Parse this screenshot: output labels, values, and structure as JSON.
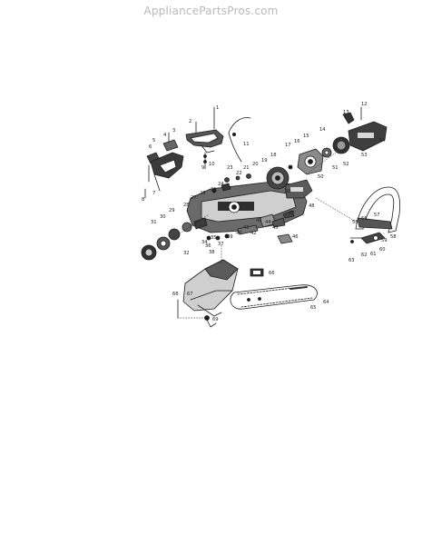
{
  "watermark": "AppliancePartsPros.com",
  "colors": {
    "ink": "#1e1e1e",
    "paper": "#ffffff",
    "watermark": "#b9b9b9"
  },
  "callouts": [
    "1",
    "2",
    "3",
    "4",
    "5",
    "6",
    "7",
    "8",
    "9",
    "10",
    "11",
    "12",
    "13",
    "14",
    "15",
    "16",
    "17",
    "18",
    "19",
    "20",
    "21",
    "22",
    "23",
    "24",
    "25",
    "26",
    "27",
    "28",
    "29",
    "30",
    "31",
    "32",
    "34",
    "35",
    "36",
    "37",
    "38",
    "39",
    "40",
    "41",
    "42",
    "43",
    "44",
    "45",
    "46",
    "47",
    "48",
    "49",
    "50",
    "51",
    "52",
    "53",
    "54",
    "55",
    "56",
    "57",
    "58",
    "59",
    "60",
    "61",
    "62",
    "63",
    "64",
    "65",
    "66",
    "67",
    "68",
    "69"
  ]
}
